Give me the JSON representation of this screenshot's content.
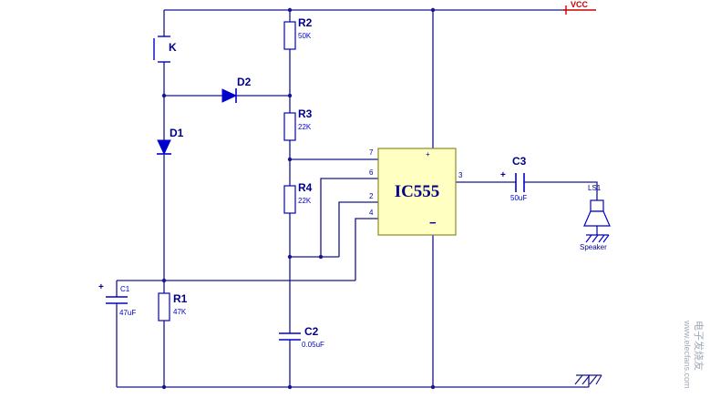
{
  "schematic": {
    "power": {
      "vcc": "VCC"
    },
    "ic": {
      "name": "IC555",
      "pin7": "7",
      "pin6": "6",
      "pin2": "2",
      "pin4": "4",
      "pin3": "3",
      "plus": "+",
      "minus": "−"
    },
    "components": {
      "k": {
        "ref": "K"
      },
      "d1": {
        "ref": "D1"
      },
      "d2": {
        "ref": "D2"
      },
      "r1": {
        "ref": "R1",
        "value": "47K"
      },
      "r2": {
        "ref": "R2",
        "value": "50K"
      },
      "r3": {
        "ref": "R3",
        "value": "22K"
      },
      "r4": {
        "ref": "R4",
        "value": "22K"
      },
      "c1": {
        "ref": "C1",
        "value": "47uF",
        "polarity": "+"
      },
      "c2": {
        "ref": "C2",
        "value": "0.05uF"
      },
      "c3": {
        "ref": "C3",
        "value": "50uF",
        "polarity": "+"
      },
      "ls1": {
        "ref": "LS1",
        "label": "Speaker"
      }
    },
    "watermark": {
      "brand": "电子发烧友",
      "site": "www.elecfans.com"
    },
    "colors": {
      "wire": "#16168e",
      "component": "#0000cd",
      "label": "#00008b",
      "vcc": "#cc0000",
      "ic_fill": "#ffffc2",
      "watermark": "#8e9aa8"
    }
  }
}
